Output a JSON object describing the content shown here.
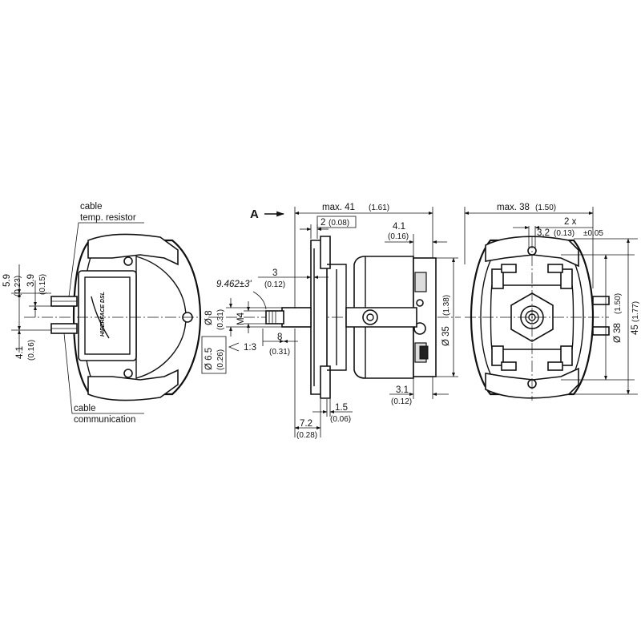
{
  "view_marker": "A",
  "labels": {
    "cable_top": "cable",
    "temp_resistor": "temp. resistor",
    "cable_bottom": "cable",
    "communication": "communication",
    "logo": "HIPERFACE DSL"
  },
  "side_view_left": {
    "d_5_9": "5.9",
    "d_5_9_in": "(0.23)",
    "d_3_9": "3.9",
    "d_3_9_in": "(0.15)",
    "d_4_1": "4.1",
    "d_4_1_in": "(0.16)"
  },
  "front_view": {
    "max41": "max. 41",
    "max41_in": "(1.61)",
    "d2": "2",
    "d2_in": "(0.08)",
    "d4_1": "4.1",
    "d4_1_in": "(0.16)",
    "d3": "3",
    "d3_in": "(0.12)",
    "angle": "9.462±3'",
    "dia8": "Ø 8",
    "dia8_in": "(0.31)",
    "m4": "M4",
    "dia6_5": "Ø 6.5",
    "dia6_5_in": "(0.26)",
    "taper": "1:3",
    "d8": "8",
    "d8_in": "(0.31)",
    "dia35": "Ø 35",
    "dia35_in": "(1.38)",
    "d3_1": "3.1",
    "d3_1_in": "(0.12)",
    "d1_5": "1.5",
    "d1_5_in": "(0.06)",
    "d7_2": "7.2",
    "d7_2_in": "(0.28)"
  },
  "rear_view": {
    "max38": "max. 38",
    "max38_in": "(1.50)",
    "two_x": "2 x",
    "d3_2": "3,2",
    "d3_2_in": "(0.13)",
    "tol": "±0.05",
    "dia38": "Ø 38",
    "dia38_in": "(1.50)",
    "d45": "45",
    "d45_in": "(1.77)"
  }
}
